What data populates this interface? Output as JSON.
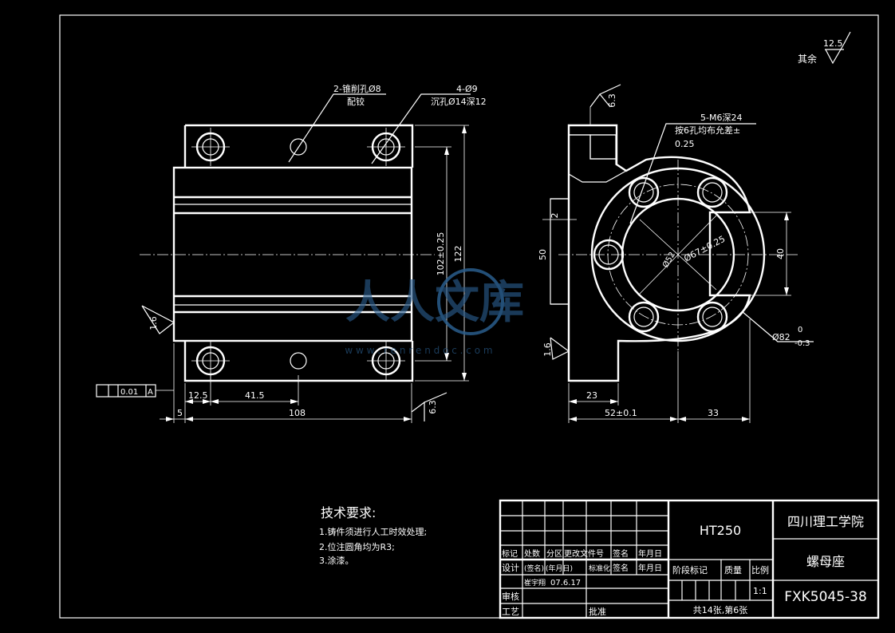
{
  "notes": {
    "title": "技术要求:",
    "items": [
      "1.铸件须进行人工时效处理;",
      "2.位注圆角均为R3;",
      "3.涂漆。"
    ]
  },
  "roughness": {
    "rest_label": "其余",
    "rest_value": "12.5",
    "values": [
      "6.3",
      "6.3",
      "1.6",
      "1.6"
    ]
  },
  "front_view": {
    "callout_pin_1": "2-锥削孔Ø8",
    "callout_pin_2": "配铰",
    "callout_hole_1": "4-Ø9",
    "callout_hole_2": "沉孔Ø14深12",
    "dim_height_inner": "102±0.25",
    "dim_height_outer": "122",
    "dim_12_5": "12.5",
    "dim_41_5": "41.5",
    "dim_5": "5",
    "dim_108": "108",
    "tolerance_value": "0.01",
    "tolerance_datum": "A"
  },
  "side_view": {
    "callout_thread_1": "5-M6深24",
    "callout_thread_2": "按6孔均布允差±",
    "callout_thread_3": "0.25",
    "dim_2": "2",
    "dim_50": "50",
    "dim_40": "40",
    "dim_52": "Ø52",
    "dim_67": "Ø67±0.25",
    "dim_82": "Ø82",
    "dim_82_tol_upper": "0",
    "dim_82_tol_lower": "-0.3",
    "dim_23": "23",
    "dim_52_pm": "52±0.1",
    "dim_33": "33"
  },
  "title_block": {
    "material": "HT250",
    "school": "四川理工学院",
    "part_name": "螺母座",
    "drawing_no": "FXK5045-38",
    "sheet_info": "共14张,第6张",
    "scale_label": "比例",
    "scale_value": "1:1",
    "mass_label": "质量",
    "stage_label": "阶段标记",
    "row_headers": [
      "标记",
      "处数",
      "分区",
      "更改文件号",
      "签名",
      "年月日"
    ],
    "design_label": "设计",
    "design_sig": "(签名)",
    "design_date": "(年月日)",
    "std_label": "标准化",
    "sign_label": "签名",
    "date_label": "年月日",
    "designer": "崔宇翔",
    "design_date_value": "07.6.17",
    "review_label": "审核",
    "process_label": "工艺",
    "approve_label": "批准"
  },
  "watermark": {
    "brand": "人人文库",
    "url": "w w w . r e n r e n d o c . c o m"
  }
}
